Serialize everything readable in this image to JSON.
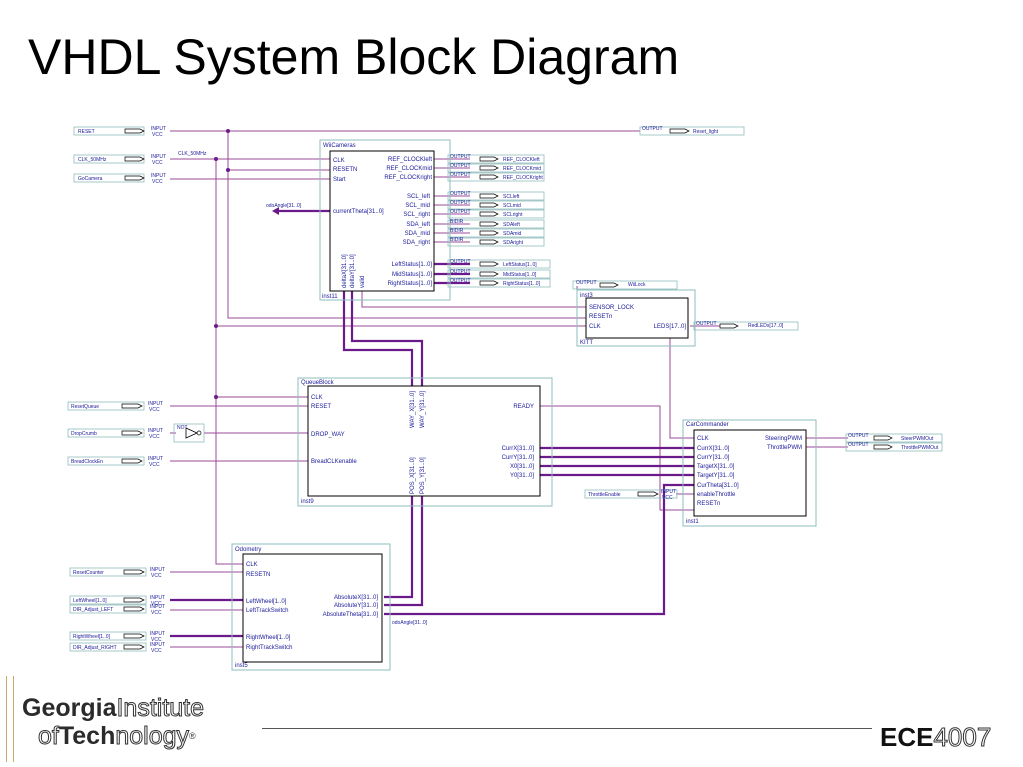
{
  "title": "VHDL System Block Diagram",
  "footer": {
    "georgia": "Georgia",
    "institute": "Institute",
    "of": "of",
    "tech": "Tech",
    "nology": "nology",
    "reg_mark": "®",
    "ece": "ECE",
    "course": "4007"
  },
  "io_tags": {
    "input": "INPUT",
    "vcc": "VCC",
    "output": "OUTPUT",
    "bidir": "BIDIR",
    "not": "NOT"
  },
  "inputs": {
    "reset": "RESET",
    "clk": "CLK_50MHz",
    "go": "GoCamera",
    "reset_queue": "ResetQueue",
    "drop_crumb": "DropCrumb",
    "bread_clock": "BreadClockEn",
    "reset_counter": "ResetCounter",
    "left_wheel": "LeftWheel[1..0]",
    "dir_left": "DIR_Adjust_LEFT",
    "right_wheel": "RightWheel[1..0]",
    "dir_right": "DIR_Adjust_RIGHT",
    "throttle_enable": "ThrottleEnable"
  },
  "outputs": {
    "reset_light": "Reset_light",
    "ref_left": "REF_CLOCKleft",
    "ref_mid": "REF_CLOCKmid",
    "ref_right": "REF_CLOCKright",
    "scl_left": "SCLleft",
    "scl_mid": "SCLmid",
    "scl_right": "SCLright",
    "sda_left": "SDAleft",
    "sda_mid": "SDAmid",
    "sda_right": "SDAright",
    "left_status": "LeftStatus[1..0]",
    "mid_status": "MidStatus[1..0]",
    "right_status": "RightStatus[1..0]",
    "wii_lock": "WiiLock",
    "red_leds": "RedLEDs[17..0]",
    "steer": "SteerPWMOut",
    "throttle": "ThrottlePWMOut"
  },
  "nets": {
    "clk": "CLK_50MHz",
    "odo_angle": "odoAngle[31..0]",
    "odo_angle2": "odoAngle[31..0]"
  },
  "blocks": {
    "wii": {
      "name": "WiiCameras",
      "inst": "inst11",
      "in_pins": [
        "CLK",
        "RESETN",
        "Start",
        "currentTheta[31..0]"
      ],
      "out_pins": [
        "REF_CLOCKleft",
        "REF_CLOCKmid",
        "REF_CLOCKright",
        "SCL_left",
        "SCL_mid",
        "SCL_right",
        "SDA_left",
        "SDA_mid",
        "SDA_right",
        "LeftStatus[1..0]",
        "MidStatus[1..0]",
        "RightStatus[1..0]"
      ],
      "bottom_pins": [
        "deltaX[31..0]",
        "deltaY[31..0]",
        "valid"
      ]
    },
    "kitt": {
      "name": "KITT",
      "inst": "inst3",
      "pins": [
        "SENSOR_LOCK",
        "RESETn",
        "CLK"
      ],
      "out_pin": "LEDS[17..0]"
    },
    "queue": {
      "name": "QueueBlock",
      "inst": "inst9",
      "in_pins": [
        "CLK",
        "RESET",
        "DROP_WAY",
        "BreadCLKenable"
      ],
      "top_pins": [
        "WAY_X[31..0]",
        "WAY_Y[31..0]"
      ],
      "bottom_pins": [
        "POS_X[31..0]",
        "POS_Y[31..0]"
      ],
      "out_pins": [
        "READY",
        "CurrX[31..0]",
        "CurrY[31..0]",
        "X0[31..0]",
        "Y0[31..0]"
      ]
    },
    "car": {
      "name": "CarCommander",
      "inst": "inst1",
      "in_pins": [
        "CLK",
        "CurrX[31..0]",
        "CurrY[31..0]",
        "TargetX[31..0]",
        "TargetY[31..0]",
        "CurTheta[31..0]",
        "enableThrottle",
        "RESETn"
      ],
      "out_pins": [
        "SteeringPWM",
        "ThrottlePWM"
      ]
    },
    "odo": {
      "name": "Odometry",
      "inst": "inst5",
      "in_pins": [
        "CLK",
        "RESETN",
        "LeftWheel[1..0]",
        "LeftTrackSwitch",
        "RightWheel[1..0]",
        "RightTrackSwitch"
      ],
      "out_pins": [
        "AbsoluteX[31..0]",
        "AbsoluteY[31..0]",
        "AbsoluteTheta[31..0]"
      ]
    }
  },
  "colors": {
    "wire": "#9a4a9a",
    "bus": "#6a1a8a",
    "pin_text": "#1a1a99",
    "outline": "#8fbcbc",
    "block": "#000000"
  }
}
